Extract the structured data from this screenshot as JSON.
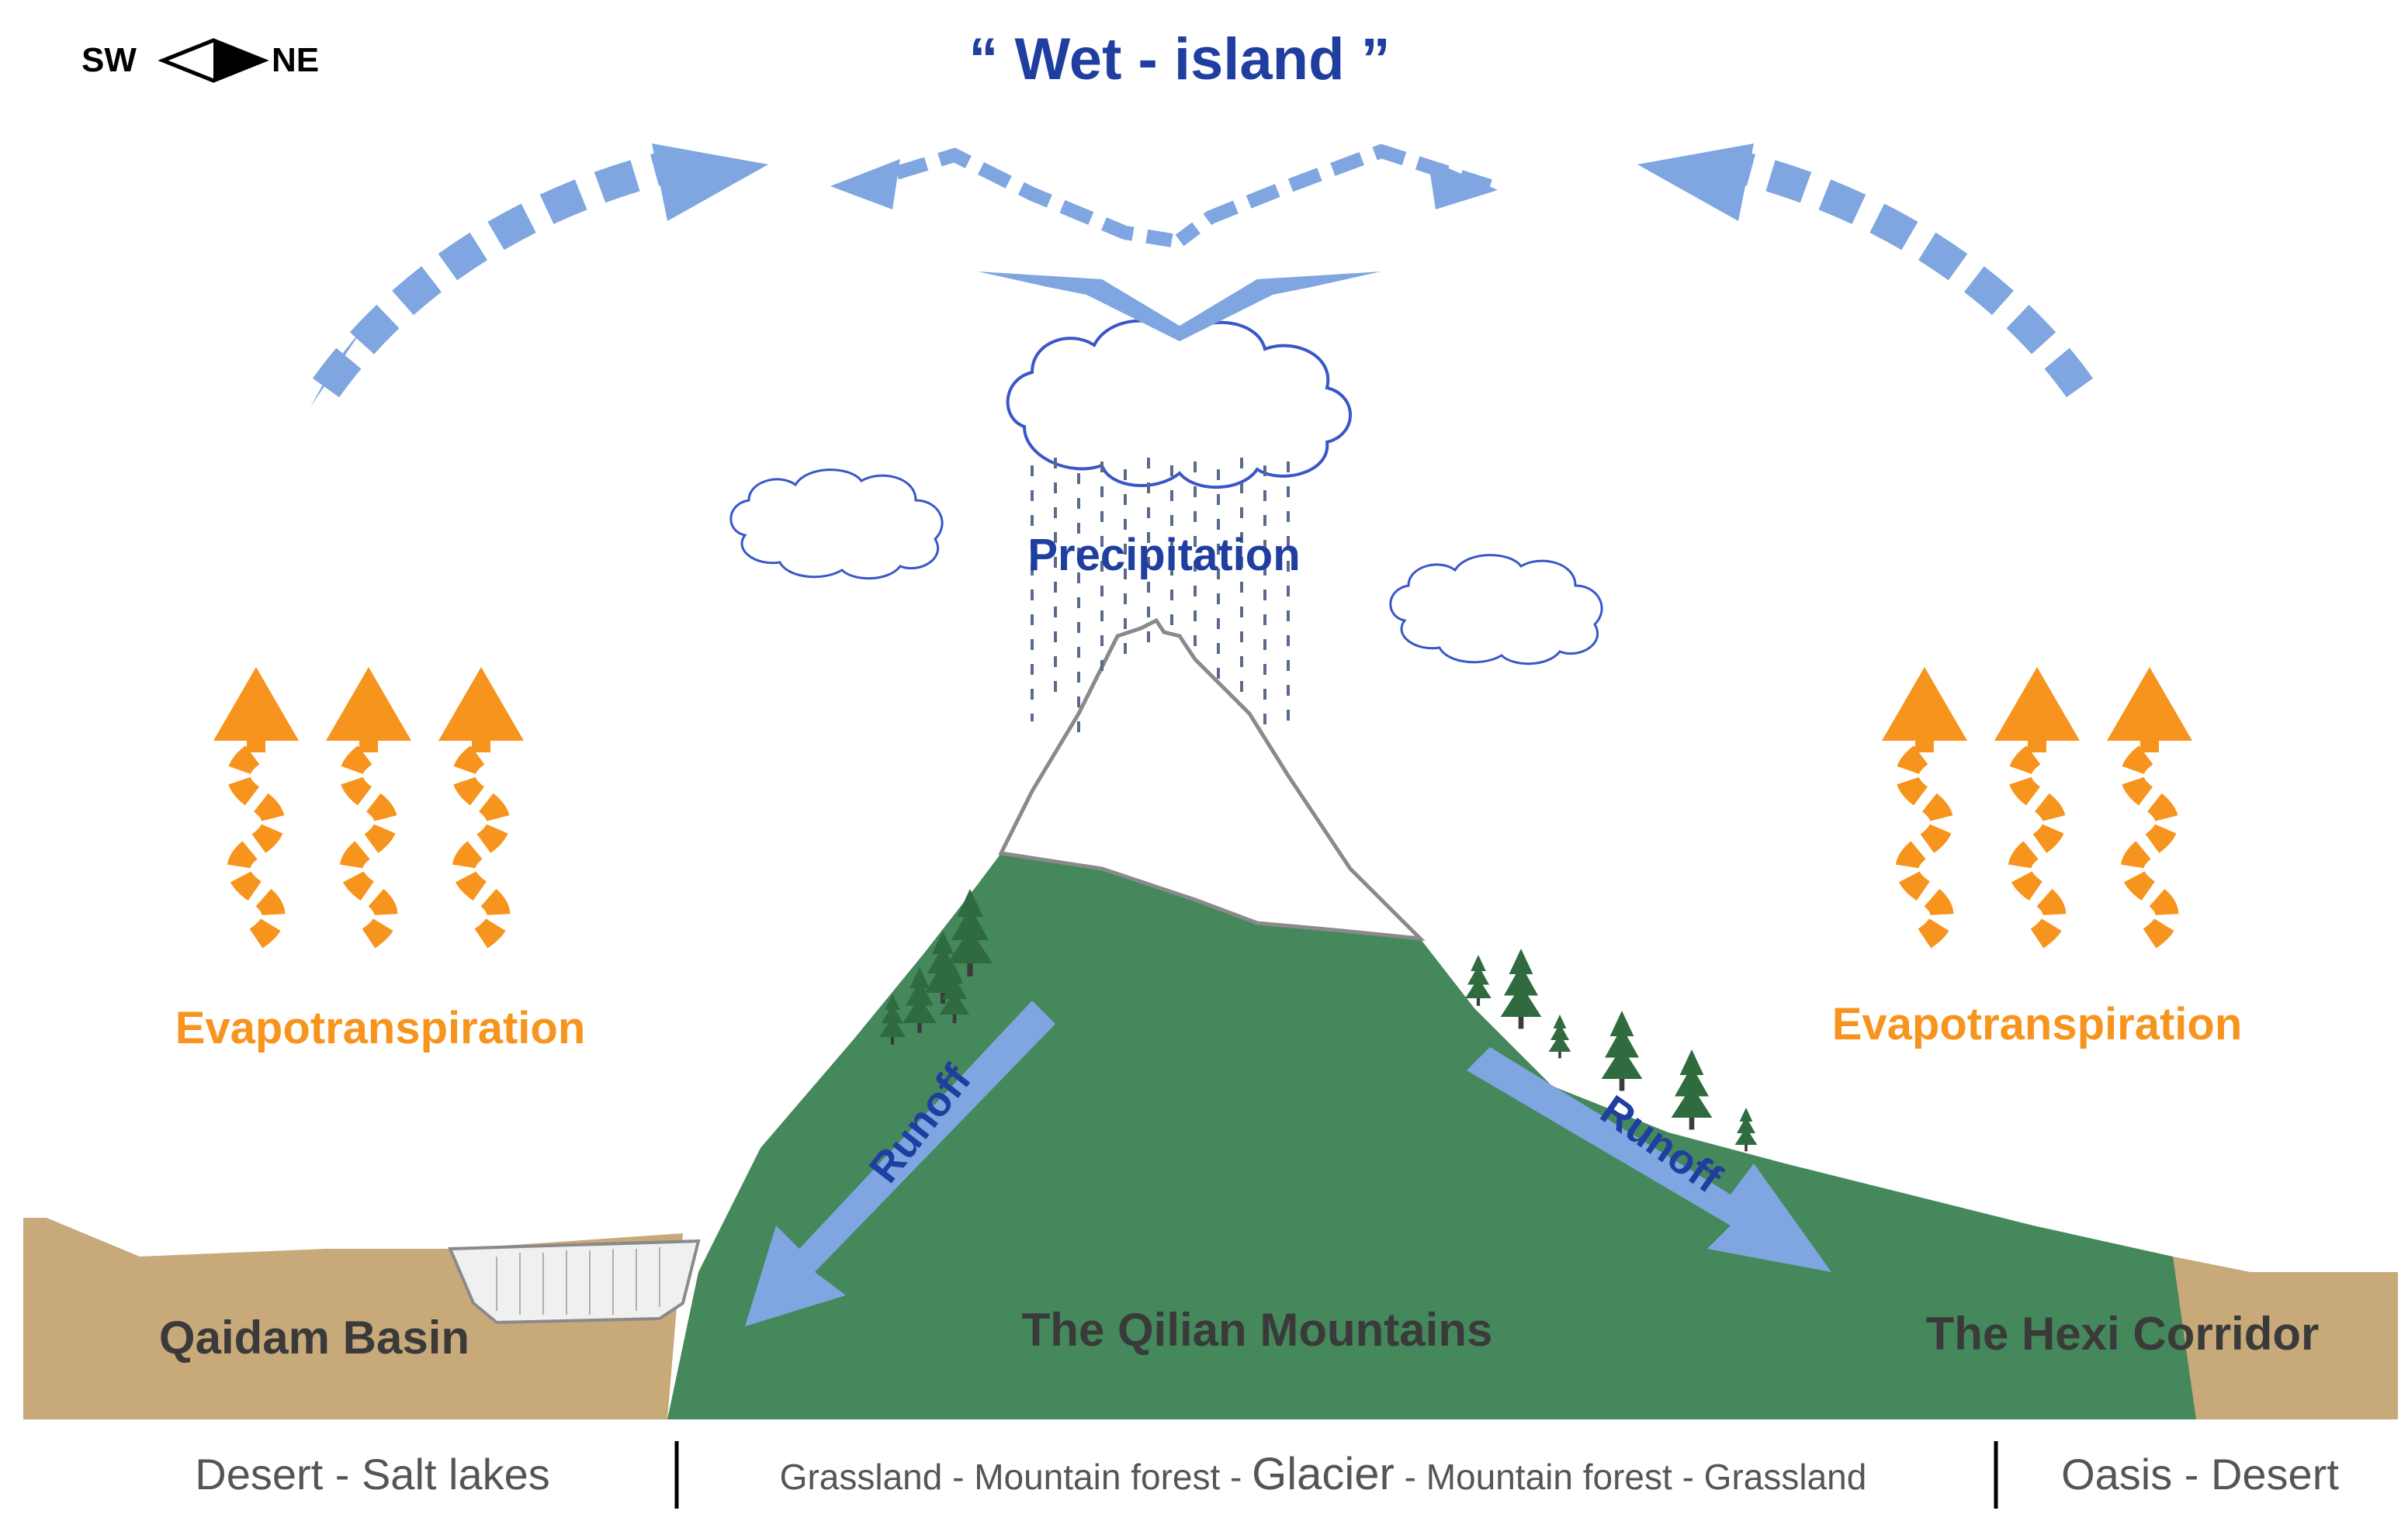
{
  "compass": {
    "left": "SW",
    "right": "NE"
  },
  "title": "“ Wet - island ”",
  "labels": {
    "precipitation": "Precipitation",
    "evapotranspiration_left": "Evapotranspiration",
    "evapotranspiration_right": "Evapotranspiration",
    "runoff_left": "Runoff",
    "runoff_right": "Runoff",
    "qaidam_basin": "Qaidam Basin",
    "qilian_mountains": "The Qilian Mountains",
    "hexi_corridor": "The Hexi Corridor"
  },
  "bottom_legend": {
    "left": "Desert - Salt lakes",
    "middle_part1": "Grassland - Mountain forest - ",
    "middle_glacier": "Glacier",
    "middle_part2": " - Mountain forest - Grassland",
    "right": "Oasis - Desert"
  },
  "colors": {
    "title_blue": "#1f3ea0",
    "arrow_blue": "#7fa6e0",
    "evap_orange": "#f7941d",
    "mountain_green": "#44885c",
    "ground_tan": "#c8a97a",
    "snow_outline": "#8a8a8a",
    "tree_green": "#2f6b3e",
    "label_dark": "#3a3a3a"
  },
  "icons": [
    "compass-arrow-icon",
    "cloud-icon",
    "tree-icon",
    "rain-icon",
    "arrow-icon"
  ]
}
